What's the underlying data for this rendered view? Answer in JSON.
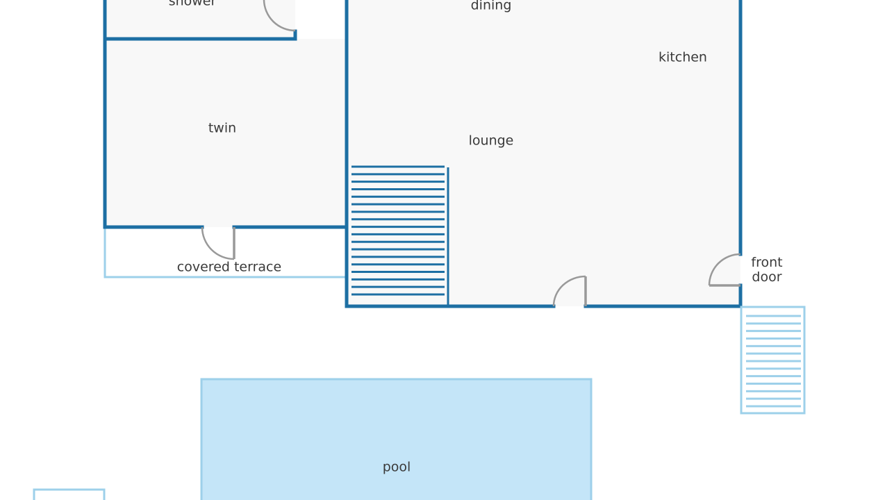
{
  "plan": {
    "rooms": {
      "shower": "shower",
      "dining": "dining",
      "kitchen": "kitchen",
      "twin": "twin",
      "lounge": "lounge",
      "covered_terrace": "covered terrace",
      "front_door_line1": "front",
      "front_door_line2": "door",
      "pool": "pool"
    },
    "indoor_stair_steps": 18,
    "outdoor_stair_steps": 13
  },
  "colors": {
    "wall": "#1d6fa3",
    "outline_light": "#9dd0ea",
    "floor": "#f8f8f8",
    "pool_fill": "#c4e5f8",
    "door": "#999999",
    "text": "#3a3a3a"
  }
}
